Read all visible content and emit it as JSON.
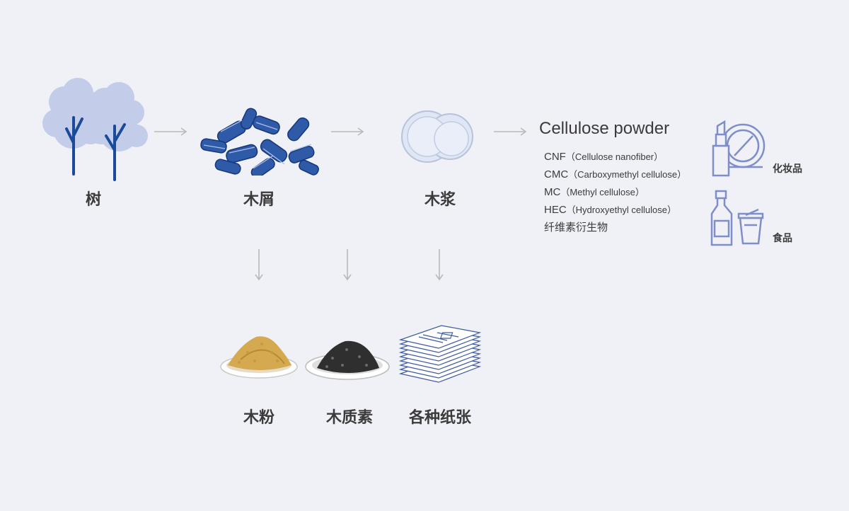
{
  "labels": {
    "tree": "树",
    "wood_chips": "木屑",
    "wood_pulp": "木浆",
    "wood_flour": "木粉",
    "lignin": "木质素",
    "paper": "各种纸张"
  },
  "cellulose": {
    "title": "Cellulose powder",
    "items": [
      {
        "abbr": "CNF",
        "full": "（Cellulose nanofiber）"
      },
      {
        "abbr": "CMC",
        "full": "（Carboxymethyl cellulose）"
      },
      {
        "abbr": "MC",
        "full": "（Methyl cellulose）"
      },
      {
        "abbr": "HEC",
        "full": "（Hydroxyethyl cellulose）"
      },
      {
        "abbr": "纤维素衍生物",
        "full": ""
      }
    ]
  },
  "applications": {
    "cosmetics": "化妆品",
    "food": "食品"
  },
  "colors": {
    "background": "#f0f1f7",
    "tree_crown": "#c3cdea",
    "tree_trunk": "#1b4a9b",
    "chips": "#2f5aa8",
    "arrow": "#b9b9b9",
    "icon_stroke": "#7f8ec9"
  },
  "icons": [
    "tree-icon",
    "wood-chips-icon",
    "pulp-icon",
    "wood-flour-icon",
    "lignin-icon",
    "paper-stack-icon",
    "lipstick-mirror-icon",
    "bottle-cup-icon"
  ]
}
